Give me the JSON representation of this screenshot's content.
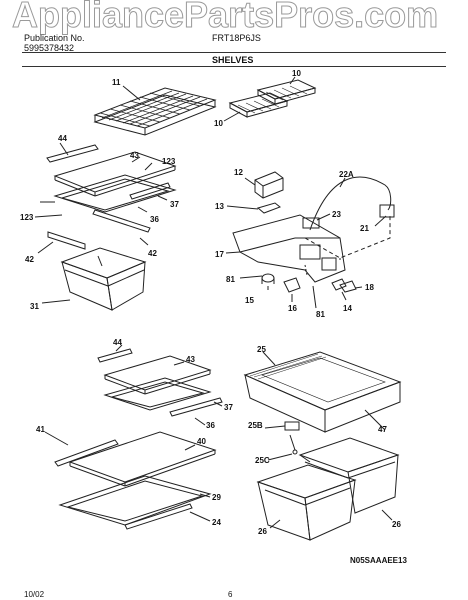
{
  "watermark": "AppliancePartsPros.com",
  "header": {
    "publication_label": "Publication No.",
    "publication_no": "5995378432",
    "model": "FRT18P6JS",
    "section": "SHELVES"
  },
  "footer": {
    "date": "10/02",
    "page": "6",
    "diagram_code": "N05SAAAEE13"
  },
  "callouts": [
    "11",
    "10",
    "10",
    "44",
    "43",
    "123",
    "37",
    "36",
    "123",
    "42",
    "42",
    "31",
    "12",
    "22A",
    "13",
    "23",
    "21",
    "17",
    "81",
    "15",
    "16",
    "81",
    "14",
    "18",
    "44",
    "43",
    "37",
    "36",
    "41",
    "40",
    "29",
    "24",
    "25",
    "47",
    "25B",
    "25C",
    "26",
    "26"
  ]
}
